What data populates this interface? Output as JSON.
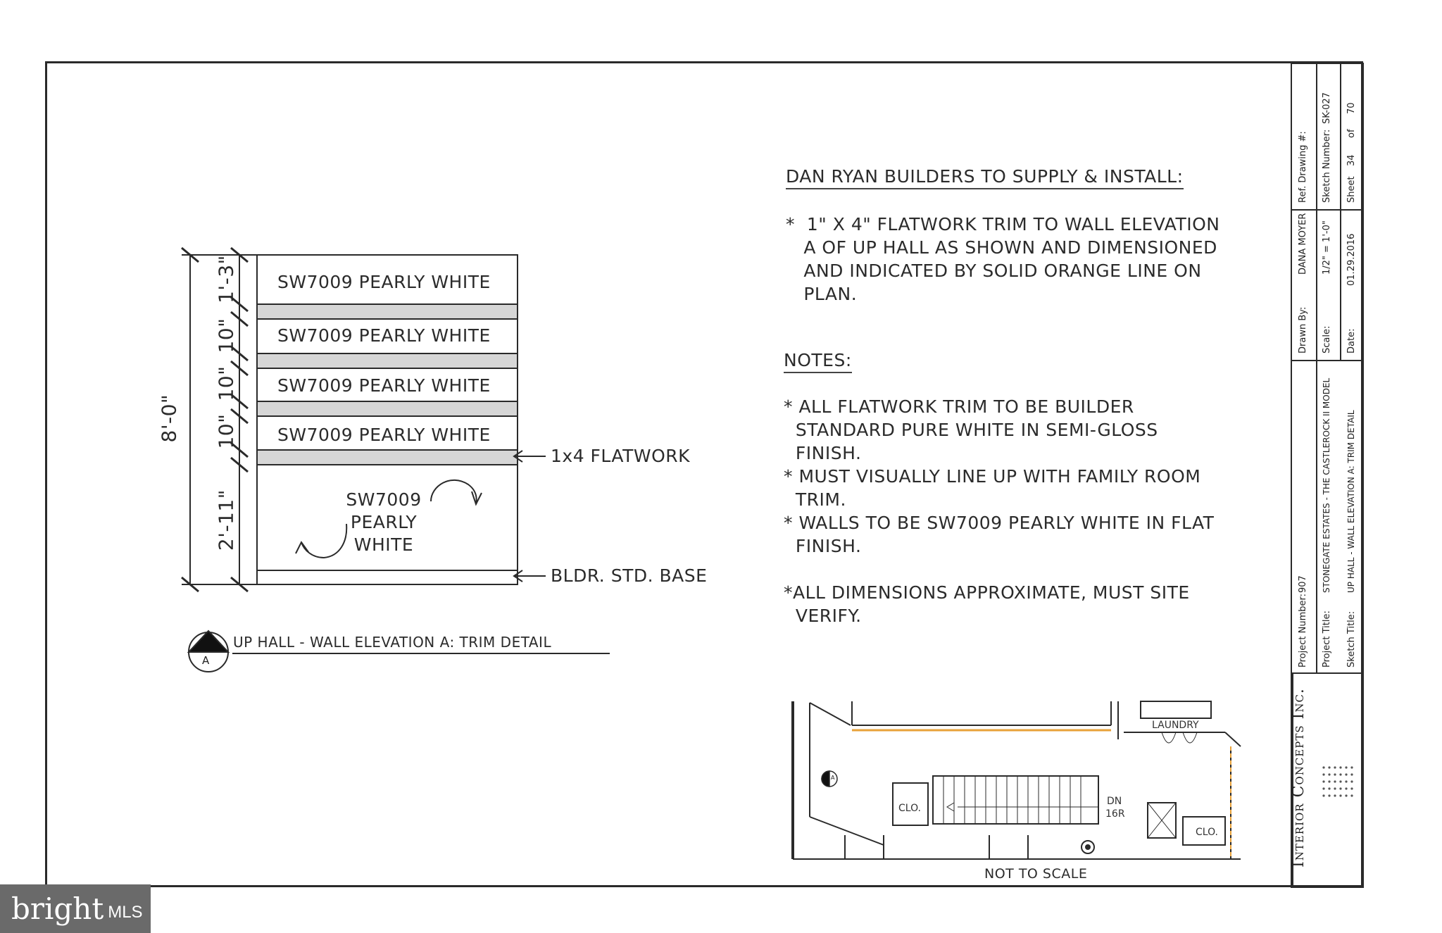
{
  "supply": {
    "title": "DAN RYAN BUILDERS TO SUPPLY & INSTALL:",
    "body": "*  1\" X 4\" FLATWORK TRIM TO WALL ELEVATION\n   A OF UP HALL AS SHOWN AND DIMENSIONED\n   AND INDICATED BY SOLID ORANGE LINE ON\n   PLAN."
  },
  "notes": {
    "title": "NOTES:",
    "body": "* ALL FLATWORK TRIM TO BE BUILDER\n  STANDARD PURE WHITE IN SEMI-GLOSS\n  FINISH.\n* MUST VISUALLY LINE UP WITH FAMILY ROOM\n  TRIM.\n* WALLS TO BE SW7009 PEARLY WHITE IN FLAT\n  FINISH.\n\n*ALL DIMENSIONS APPROXIMATE, MUST SITE\n  VERIFY."
  },
  "elevation": {
    "paint_labels": [
      "SW7009 PEARLY WHITE",
      "SW7009 PEARLY WHITE",
      "SW7009 PEARLY WHITE",
      "SW7009 PEARLY WHITE"
    ],
    "wall_label": [
      "SW7009",
      "PEARLY",
      "WHITE"
    ],
    "dim_total": "8'-0\"",
    "dims": [
      "1'-3\"",
      "10\"",
      "10\"",
      "10\"",
      "2'-11\""
    ],
    "callout_flatwork": "1x4 FLATWORK",
    "callout_base": "BLDR. STD. BASE",
    "title": "UP HALL - WALL ELEVATION A: TRIM DETAIL",
    "marker_letter": "A"
  },
  "plan": {
    "laundry": "LAUNDRY",
    "clo_left": "CLO.",
    "clo_right": "CLO.",
    "dn": "DN",
    "risers": "16R",
    "marker": "A",
    "not_to_scale": "NOT TO SCALE"
  },
  "title_block": {
    "ref_drawing_label": "Ref. Drawing #:",
    "sketch_number_label": "Sketch Number:",
    "sketch_number": "SK-027",
    "sheet_label": "Sheet",
    "sheet_num": "34",
    "of_label": "of",
    "sheet_total": "70",
    "drawn_by_label": "Drawn By:",
    "drawn_by": "DANA MOYER",
    "scale_label": "Scale:",
    "scale": "1/2\" = 1'-0\"",
    "date_label": "Date:",
    "date": "01.29.2016",
    "project_number_label": "Project Number:",
    "project_number": "907",
    "project_title_label": "Project Title:",
    "project_title": "STONEGATE ESTATES - THE CASTLEROCK II MODEL",
    "sketch_title_label": "Sketch Title:",
    "sketch_title": "UP HALL - WALL ELEVATION A: TRIM DETAIL",
    "company": "Interior Concepts Inc."
  },
  "watermark": {
    "brand": "bright",
    "suffix": "MLS"
  },
  "colors": {
    "trim_gray": "#d6d6d6",
    "line": "#2a2a2a",
    "orange": "#e8a23a",
    "badge": "#6a6a6a"
  }
}
